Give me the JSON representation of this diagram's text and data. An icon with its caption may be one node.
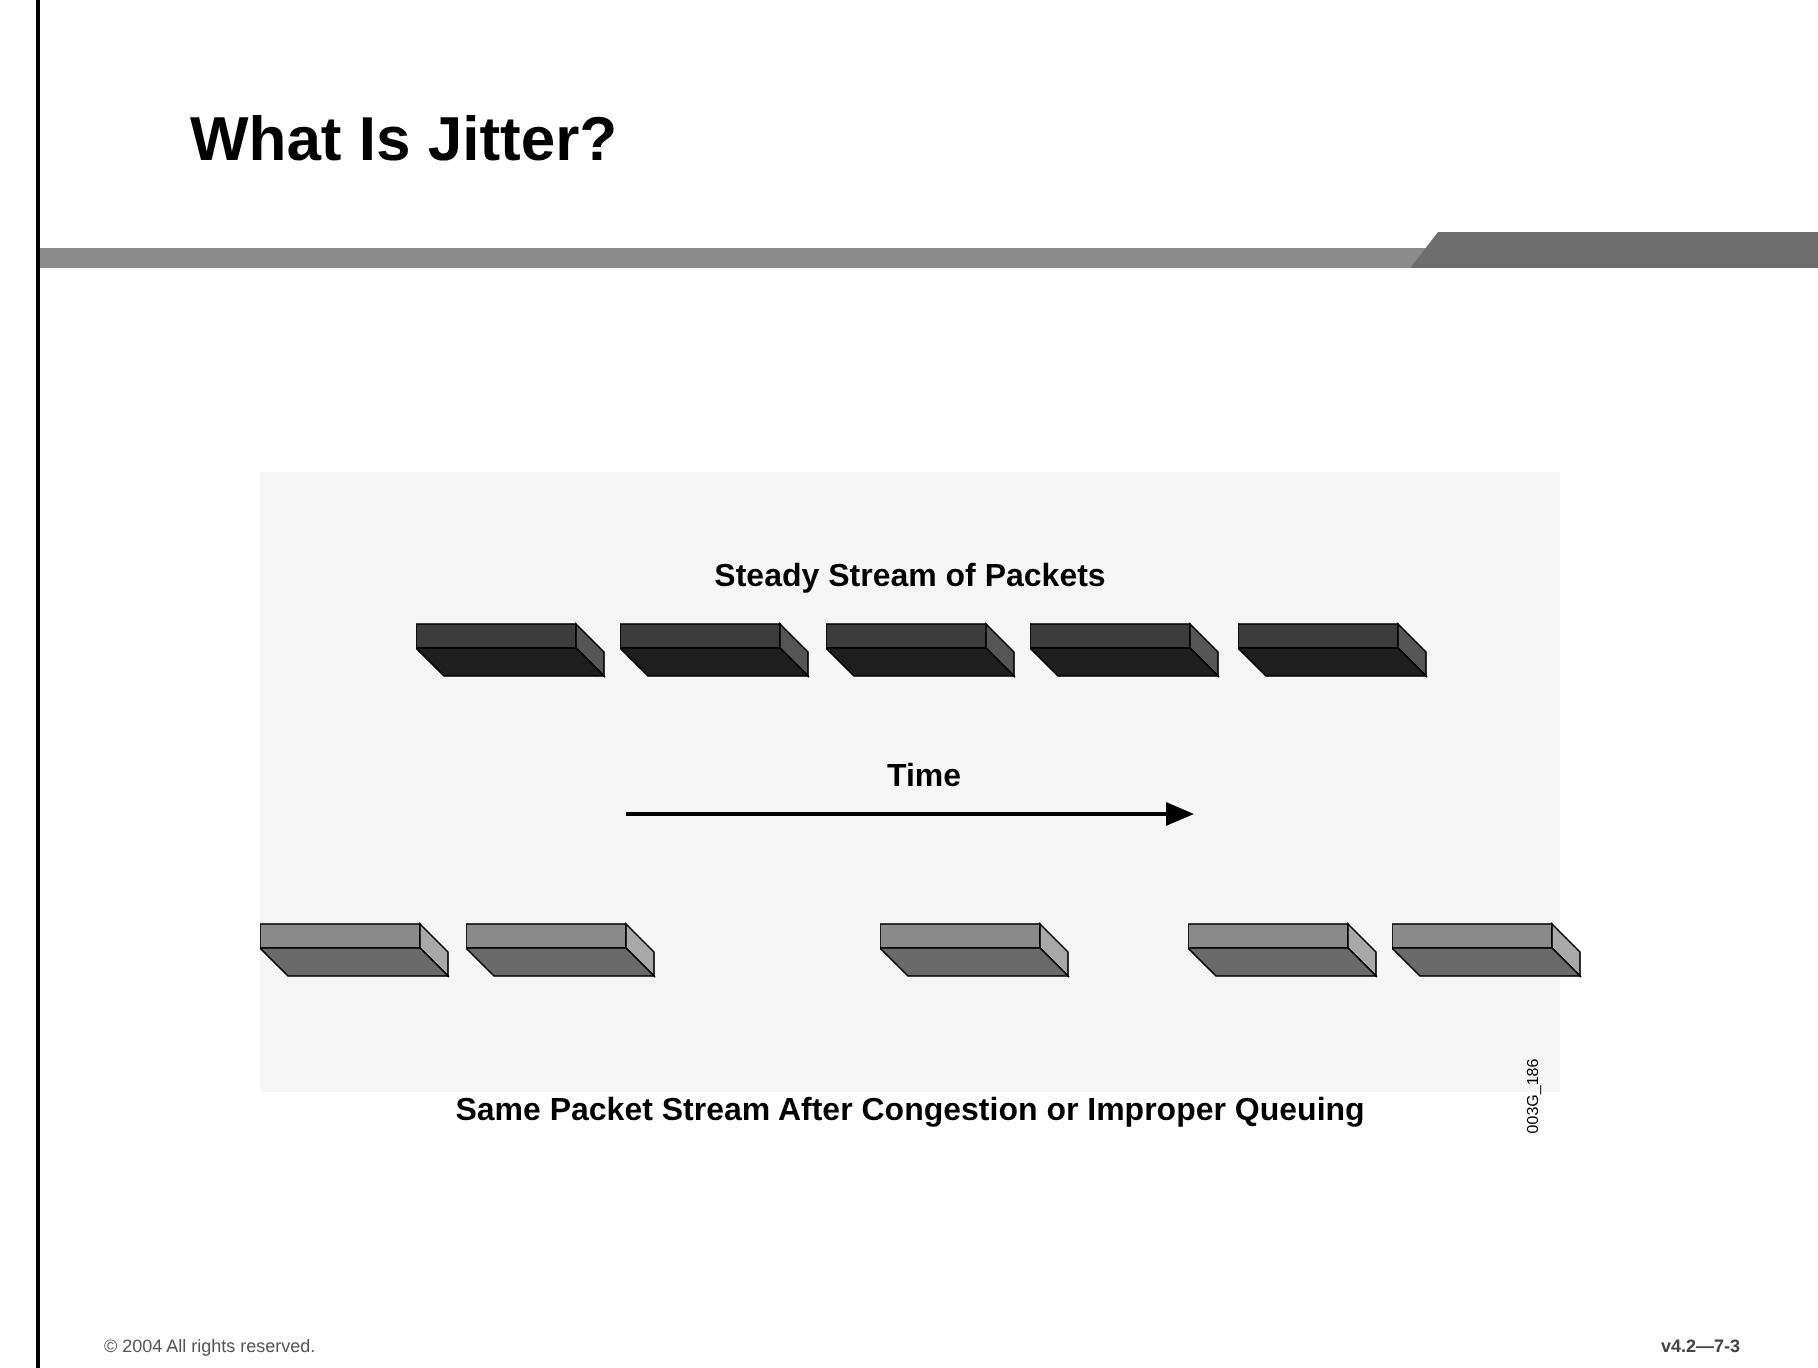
{
  "diagram": {
    "title": "What Is Jitter?",
    "nodes": [
      {
        "text": [],
        "shape": "box"
      },
      {
        "text": [],
        "shape": "box"
      },
      {
        "text": [],
        "shape": "box"
      },
      {
        "text": [],
        "shape": "box"
      },
      {
        "text": [],
        "shape": "box"
      },
      {
        "text": [],
        "shape": "box"
      },
      {
        "text": [],
        "shape": "box"
      },
      {
        "text": [],
        "shape": "box"
      },
      {
        "text": [],
        "shape": "box"
      },
      {
        "text": [],
        "shape": "box"
      }
    ],
    "labels": [
      "Steady Stream of Packets",
      "Time",
      "Same Packet Stream After Congestion or Improper Queuing",
      "003G_186",
      "© 2004 All rights reserved.",
      "v4.2—7-3"
    ]
  }
}
